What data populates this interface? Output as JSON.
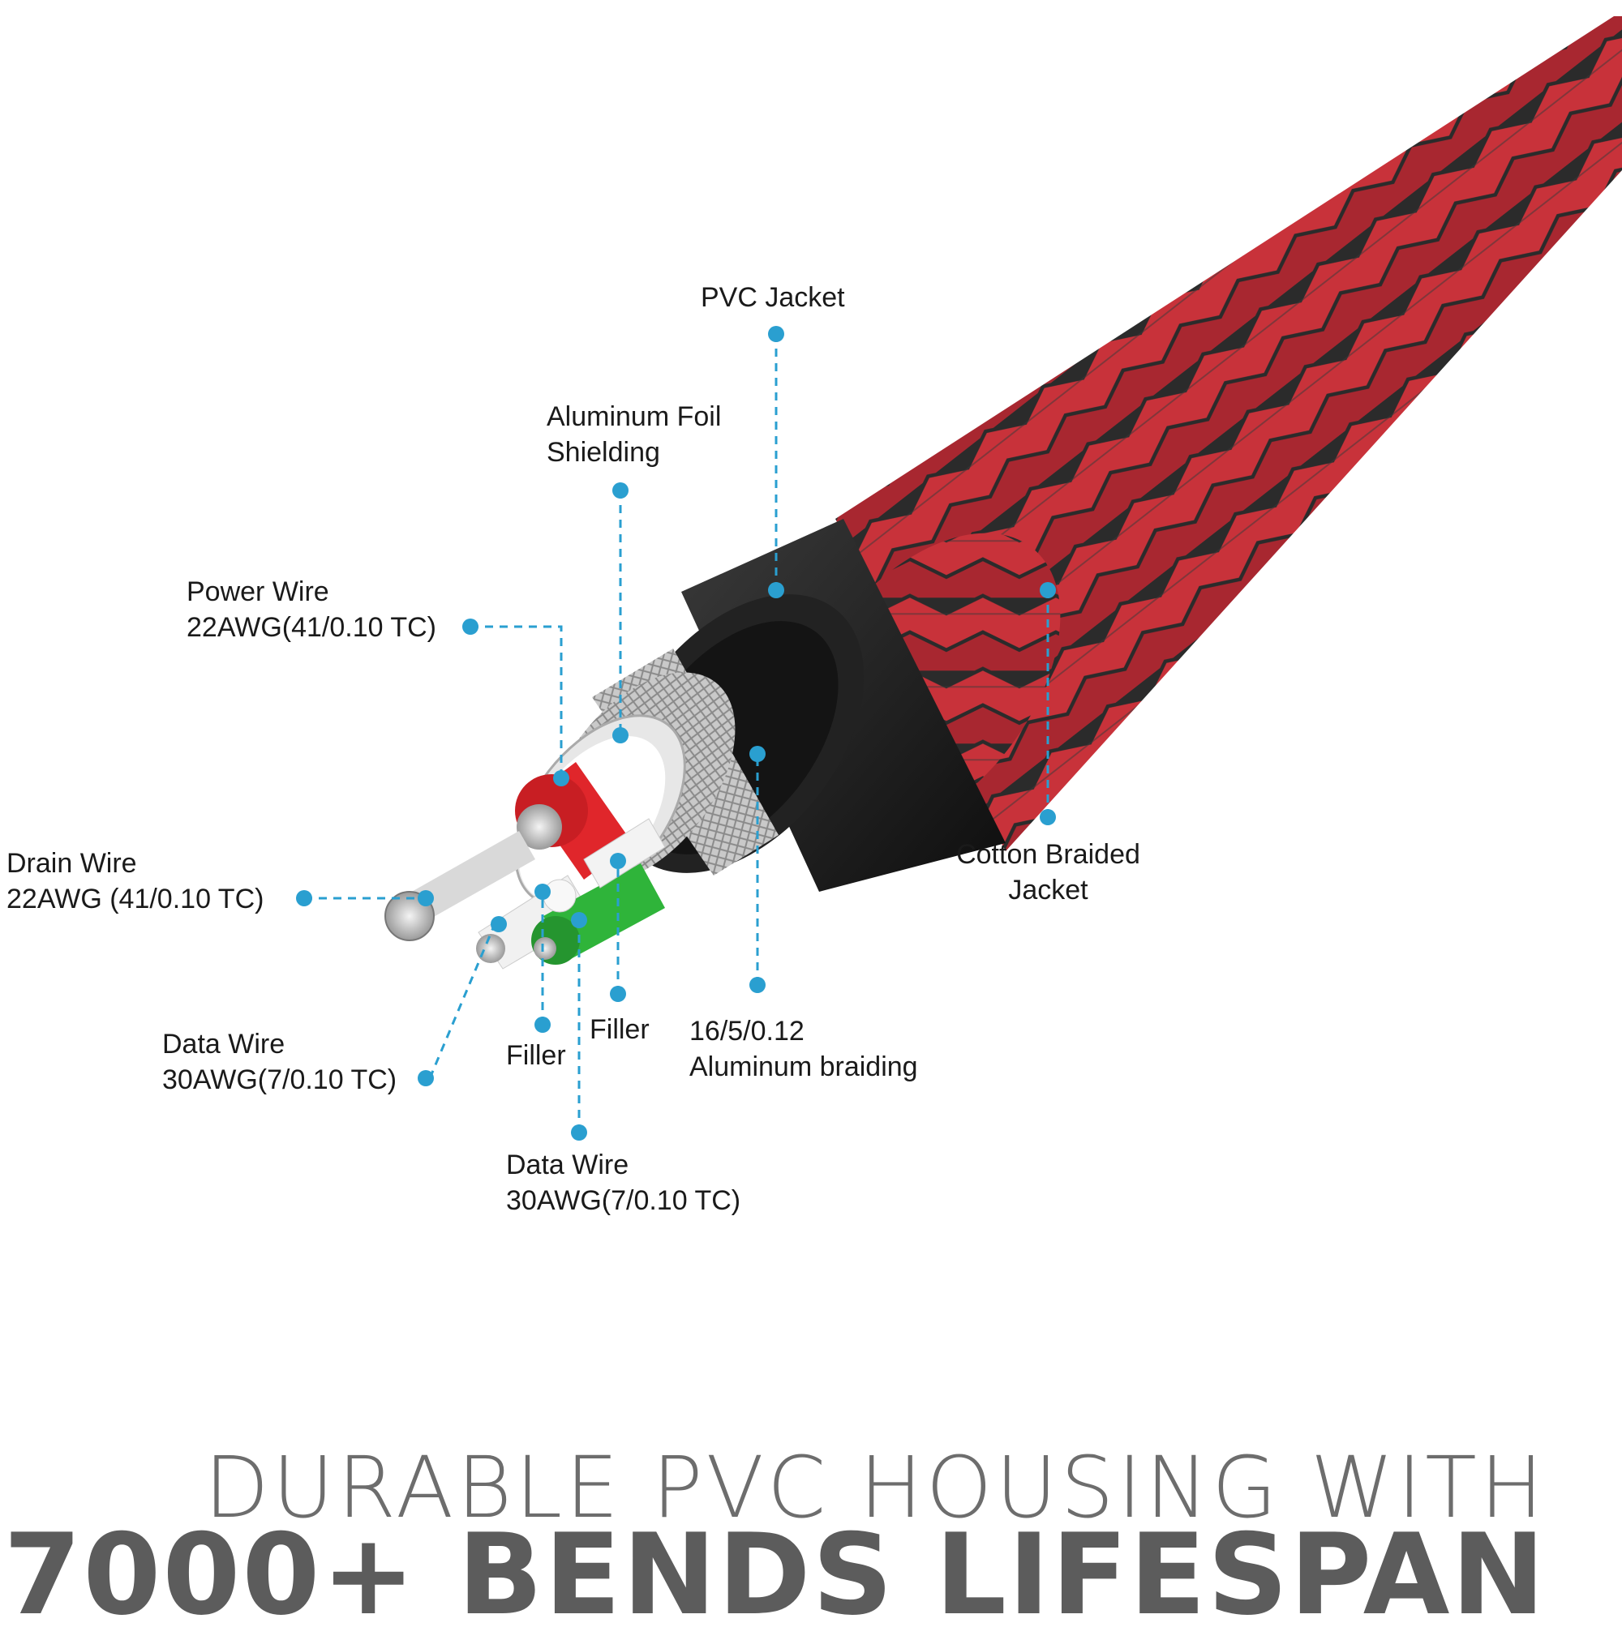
{
  "labels": {
    "pvc_jacket": "PVC Jacket",
    "aluminum_foil": [
      "Aluminum  Foil",
      "Shielding"
    ],
    "power_wire": [
      "Power  Wire",
      "22AWG(41/0.10 TC)"
    ],
    "drain_wire": [
      "Drain Wire",
      "22AWG (41/0.10 TC)"
    ],
    "data_wire_left": [
      "Data Wire",
      "30AWG(7/0.10 TC)"
    ],
    "filler_left": "Filler",
    "filler_right": "Filler",
    "aluminum_braiding": [
      "16/5/0.12",
      "Aluminum braiding"
    ],
    "data_wire_bottom": [
      "Data Wire",
      "30AWG(7/0.10 TC)"
    ],
    "cotton_jacket": [
      "Cotton Braided",
      "Jacket"
    ]
  },
  "headline": {
    "line1": "DURABLE PVC HOUSING WITH",
    "line2": "7000+ BENDS LIFESPAN"
  },
  "colors": {
    "callout": "#2a9fd0",
    "braid_red": "#c8323a",
    "braid_black": "#2b2b2b",
    "pvc": "#1c1c1c",
    "power_wire": "#e0262b",
    "data_wire_green": "#2fb43a"
  }
}
